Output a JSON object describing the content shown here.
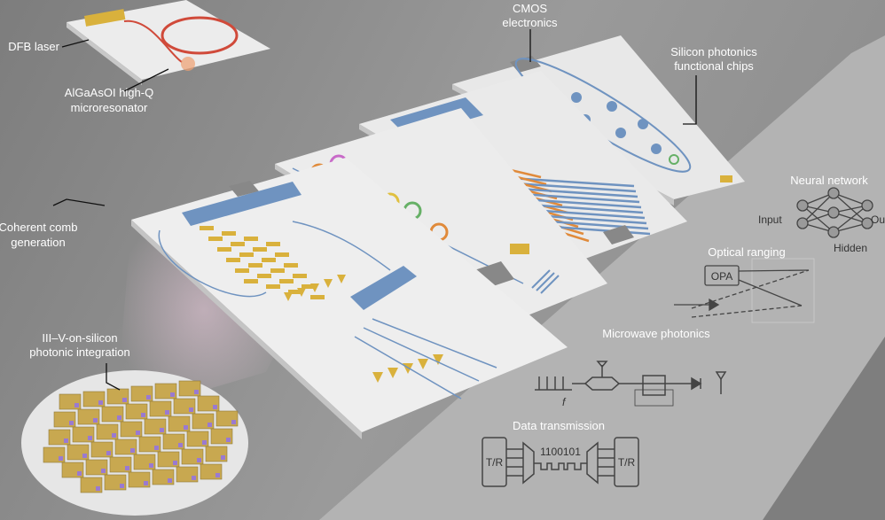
{
  "labels": {
    "dfb_laser": "DFB laser",
    "microresonator_line1": "AlGaAsOI high-Q",
    "microresonator_line2": "microresonator",
    "cmos_line1": "CMOS",
    "cmos_line2": "electronics",
    "sipho_line1": "Silicon photonics",
    "sipho_line2": "functional chips",
    "comb_line1": "Coherent comb",
    "comb_line2": "generation",
    "iiiv_line1": "III–V-on-silicon",
    "iiiv_line2": "photonic integration"
  },
  "applications": {
    "neural_network": {
      "title": "Neural network",
      "input": "Input",
      "output": "Out",
      "hidden": "Hidden"
    },
    "optical_ranging": {
      "title": "Optical ranging",
      "opa": "OPA"
    },
    "microwave_photonics": {
      "title": "Microwave photonics",
      "axis": "f"
    },
    "data_transmission": {
      "title": "Data transmission",
      "tr_left": "T/R",
      "bits": "1100101",
      "tr_right": "T/R"
    }
  },
  "colors": {
    "background": "#8c8c8c",
    "chip": "#e8e8e8",
    "waveguide": "#6f93c0",
    "gold": "#d9b13c",
    "orange": "#e08a3a",
    "comb_start": "#e0206e",
    "comb_end": "#3a5fd8"
  }
}
